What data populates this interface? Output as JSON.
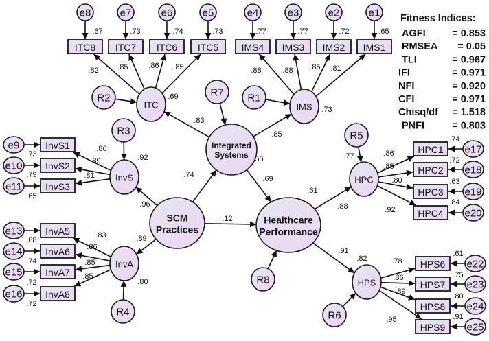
{
  "title": "Structural Equation Model",
  "colors": {
    "fill_start": "#e4e6f2",
    "fill_end": "#ecd6f2",
    "stroke": "#1a1a1a"
  },
  "fit_indices": {
    "heading": "Fitness Indices:",
    "rows": [
      {
        "name": "AGFI",
        "value": "= 0.853"
      },
      {
        "name": "RMSEA",
        "value": "=   0.05"
      },
      {
        "name": "TLI",
        "value": "= 0.967"
      },
      {
        "name": "IFI",
        "value": "= 0.971"
      },
      {
        "name": "NFI",
        "value": "= 0.920"
      },
      {
        "name": "CFI",
        "value": "= 0.971"
      },
      {
        "name": "Chisq/df",
        "value": "= 1.518"
      },
      {
        "name": "PNFI",
        "value": "= 0.803"
      }
    ]
  },
  "latent": [
    {
      "id": "SCM",
      "lines": [
        "SCM",
        "Practices"
      ],
      "bold": true,
      "r2": null
    },
    {
      "id": "IS",
      "lines": [
        "Integrated",
        "Systems"
      ],
      "bold": true,
      "r2": ".55"
    },
    {
      "id": "HP",
      "lines": [
        "Healthcare",
        "Performance"
      ],
      "bold": true,
      "r2": ".61"
    },
    {
      "id": "ITC",
      "lines": [
        "ITC"
      ],
      "bold": false,
      "r2": ".69"
    },
    {
      "id": "IMS",
      "lines": [
        "IMS"
      ],
      "bold": false,
      "r2": ".73"
    },
    {
      "id": "InvS",
      "lines": [
        "InvS"
      ],
      "bold": false,
      "r2": ".92"
    },
    {
      "id": "InvA",
      "lines": [
        "InvA"
      ],
      "bold": false,
      "r2": ".80"
    },
    {
      "id": "HPC",
      "lines": [
        "HPC"
      ],
      "bold": false,
      "r2": ".77"
    },
    {
      "id": "HPS",
      "lines": [
        "HPS"
      ],
      "bold": false,
      "r2": ".82"
    }
  ],
  "residuals": [
    {
      "id": "R1",
      "target": "IMS"
    },
    {
      "id": "R2",
      "target": "ITC"
    },
    {
      "id": "R3",
      "target": "InvS"
    },
    {
      "id": "R4",
      "target": "InvA"
    },
    {
      "id": "R5",
      "target": "HPC"
    },
    {
      "id": "R6",
      "target": "HPS"
    },
    {
      "id": "R7",
      "target": "IS"
    },
    {
      "id": "R8",
      "target": "HP"
    }
  ],
  "structural_paths": [
    {
      "from": "SCM",
      "to": "IS",
      "coef": ".74"
    },
    {
      "from": "SCM",
      "to": "HP",
      "coef": ".12"
    },
    {
      "from": "SCM",
      "to": "InvS",
      "coef": ".96"
    },
    {
      "from": "SCM",
      "to": "InvA",
      "coef": ".89"
    },
    {
      "from": "IS",
      "to": "HP",
      "coef": ".69"
    },
    {
      "from": "IS",
      "to": "ITC",
      "coef": ".83"
    },
    {
      "from": "IS",
      "to": "IMS",
      "coef": ".85"
    },
    {
      "from": "HP",
      "to": "HPC",
      "coef": ".88"
    },
    {
      "from": "HP",
      "to": "HPS",
      "coef": ".91"
    }
  ],
  "indicators": [
    {
      "id": "ITC8",
      "factor": "ITC",
      "loading": ".82",
      "r2": ".67",
      "error": "e8"
    },
    {
      "id": "ITC7",
      "factor": "ITC",
      "loading": ".85",
      "r2": ".73",
      "error": "e7"
    },
    {
      "id": "ITC6",
      "factor": "ITC",
      "loading": ".86",
      "r2": ".74",
      "error": "e6"
    },
    {
      "id": "ITC5",
      "factor": "ITC",
      "loading": ".85",
      "r2": ".73",
      "error": "e5"
    },
    {
      "id": "IMS4",
      "factor": "IMS",
      "loading": ".88",
      "r2": ".77",
      "error": "e4"
    },
    {
      "id": "IMS3",
      "factor": "IMS",
      "loading": ".88",
      "r2": ".77",
      "error": "e3"
    },
    {
      "id": "IMS2",
      "factor": "IMS",
      "loading": ".85",
      "r2": ".72",
      "error": "e2"
    },
    {
      "id": "IMS1",
      "factor": "IMS",
      "loading": ".81",
      "r2": ".65",
      "error": "e1"
    },
    {
      "id": "InvS1",
      "factor": "InvS",
      "loading": ".86",
      "r2": ".73",
      "error": "e9"
    },
    {
      "id": "InvS2",
      "factor": "InvS",
      "loading": ".89",
      "r2": ".79",
      "error": "e10"
    },
    {
      "id": "InvS3",
      "factor": "InvS",
      "loading": ".81",
      "r2": ".65",
      "error": "e11"
    },
    {
      "id": "InvA5",
      "factor": "InvA",
      "loading": ".83",
      "r2": ".68",
      "error": "e13"
    },
    {
      "id": "InvA6",
      "factor": "InvA",
      "loading": ".86",
      "r2": ".74",
      "error": "e14"
    },
    {
      "id": "InvA7",
      "factor": "InvA",
      "loading": ".85",
      "r2": ".72",
      "error": "e15"
    },
    {
      "id": "InvA8",
      "factor": "InvA",
      "loading": ".85",
      "r2": ".72",
      "error": "e16"
    },
    {
      "id": "HPC1",
      "factor": "HPC",
      "loading": ".86",
      "r2": ".74",
      "error": "e17"
    },
    {
      "id": "HPC2",
      "factor": "HPC",
      "loading": ".85",
      "r2": ".72",
      "error": "e18"
    },
    {
      "id": "HPC3",
      "factor": "HPC",
      "loading": ".80",
      "r2": ".63",
      "error": "e19"
    },
    {
      "id": "HPC4",
      "factor": "HPC",
      "loading": ".92",
      "r2": ".84",
      "error": "e20"
    },
    {
      "id": "HPS6",
      "factor": "HPS",
      "loading": ".78",
      "r2": ".61",
      "error": "e22"
    },
    {
      "id": "HPS7",
      "factor": "HPS",
      "loading": ".86",
      "r2": ".75",
      "error": "e23"
    },
    {
      "id": "HPS8",
      "factor": "HPS",
      "loading": ".89",
      "r2": ".80",
      "error": "e24"
    },
    {
      "id": "HPS9",
      "factor": "HPS",
      "loading": ".95",
      "r2": ".91",
      "error": "e25"
    }
  ]
}
